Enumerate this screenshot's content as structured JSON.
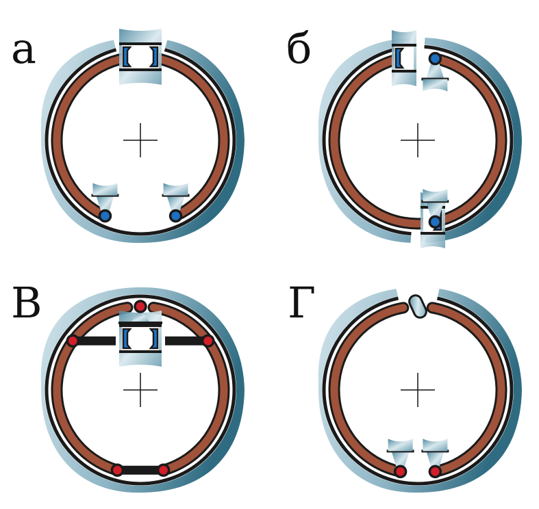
{
  "panels": [
    {
      "label": "а",
      "scheme": "a"
    },
    {
      "label": "б",
      "scheme": "b"
    },
    {
      "label": "В",
      "scheme": "v"
    },
    {
      "label": "Г",
      "scheme": "g"
    }
  ],
  "colors": {
    "shoe": "#a0533a",
    "outline": "#1a1a1a",
    "drum_light": "#d3e5ec",
    "drum_dark": "#2f6c82",
    "pivot_blue": "#1f6fc0",
    "pivot_red": "#d11f2a",
    "piston_blue": "#1a78d0"
  }
}
